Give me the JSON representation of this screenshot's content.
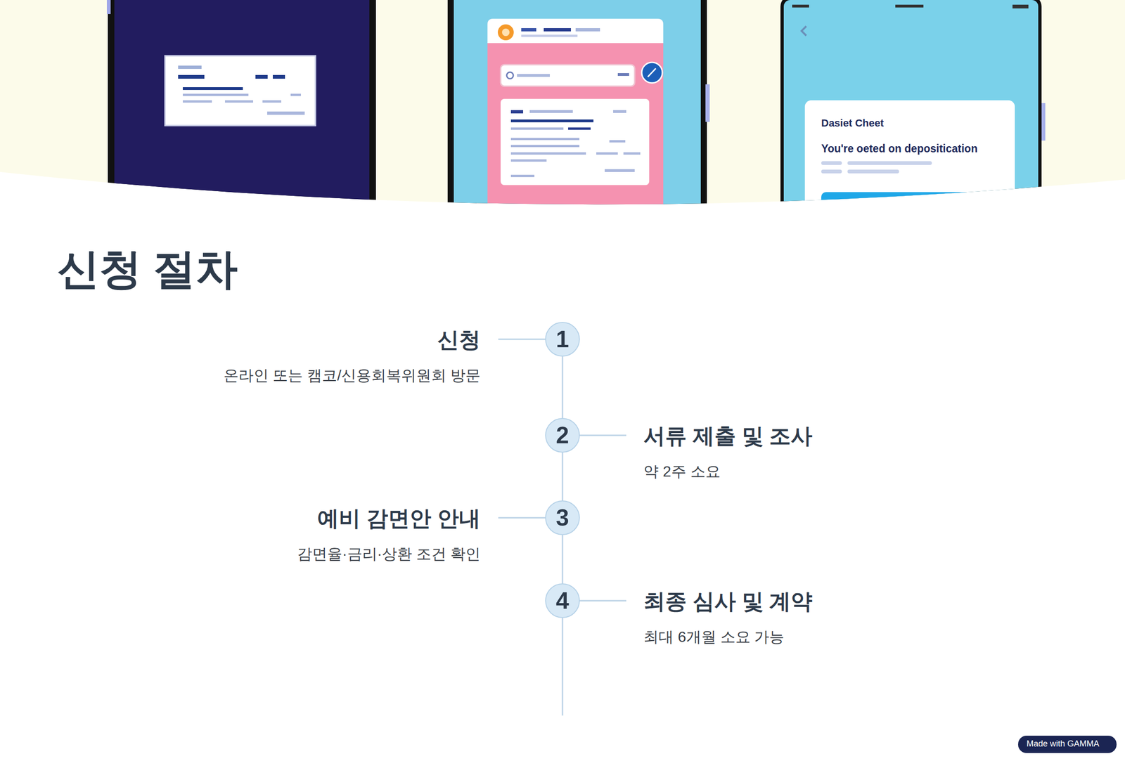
{
  "diagram": {
    "title": "신청 절차",
    "nodes": [
      {
        "text": [
          "1",
          "신청",
          "온라인 또는 캠코/신용회복위원회 방문"
        ]
      },
      {
        "text": [
          "2",
          "서류 제출 및 조사",
          "약 2주 소요"
        ]
      },
      {
        "text": [
          "3",
          "예비 감면안 안내",
          "감면율·금리·상환 조건 확인"
        ]
      },
      {
        "text": [
          "4",
          "최종 심사 및 계약",
          "최대 6개월 소요 가능"
        ]
      }
    ],
    "edges": [
      {
        "from": 0,
        "to": 1,
        "arrow": "none"
      },
      {
        "from": 1,
        "to": 2,
        "arrow": "none"
      },
      {
        "from": 2,
        "to": 3,
        "arrow": "none"
      }
    ],
    "labels": [
      "Dasiet Cheet",
      "You're oeted on depositication",
      "Made with GAMMA"
    ]
  }
}
